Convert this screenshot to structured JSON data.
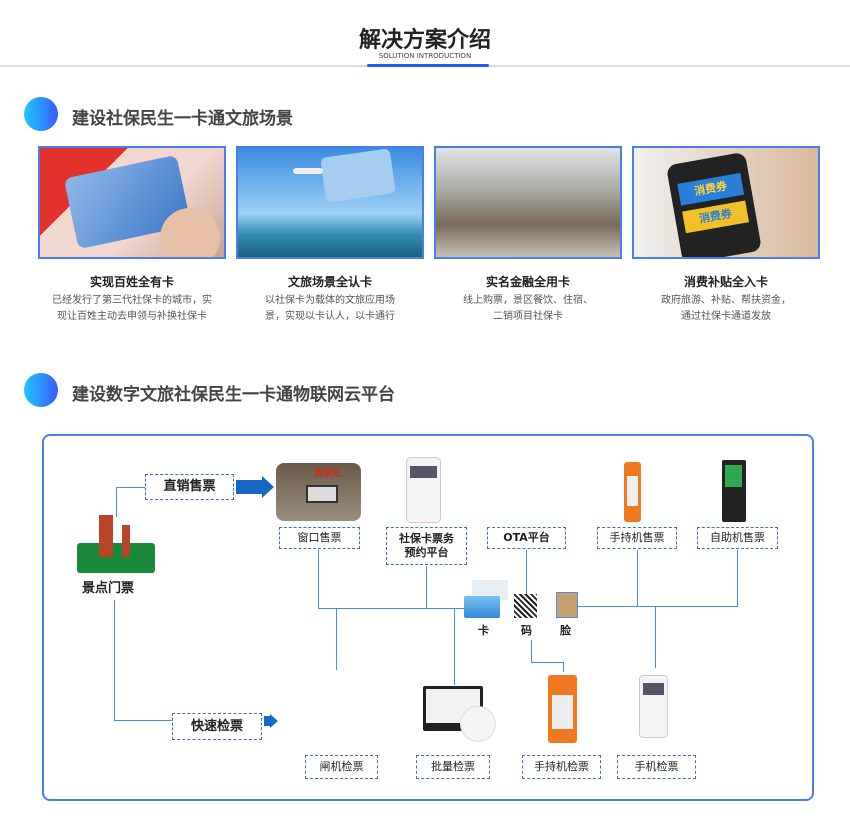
{
  "header": {
    "title": "解决方案介绍",
    "subtitle": "SOLUTION INTRODUCTION"
  },
  "section1": {
    "title": "建设社保民生一卡通文旅场景",
    "cards": [
      {
        "title": "实现百姓全有卡",
        "desc1": "已经发行了第三代社保卡的城市，实",
        "desc2": "现让百姓主动去申领与补换社保卡"
      },
      {
        "title": "文旅场景全认卡",
        "desc1": "以社保卡为载体的文旅应用场",
        "desc2": "景，实现以卡认人，以卡通行"
      },
      {
        "title": "实名金融全用卡",
        "desc1": "线上购票，景区餐饮、住宿、",
        "desc2": "二销项目社保卡"
      },
      {
        "title": "消费补贴全入卡",
        "desc1": "政府旅游、补贴、帮扶资金，",
        "desc2": "通过社保卡通道发放",
        "coupon": "消费券"
      }
    ]
  },
  "section2": {
    "title": "建设数字文旅社保民生一卡通物联网云平台"
  },
  "diagram": {
    "source": "景点门票",
    "direct": "直销售票",
    "fast": "快速检票",
    "sales": [
      "窗口售票",
      "社保卡票务",
      "预约平台",
      "OTA平台",
      "手持机售票",
      "自助机售票"
    ],
    "media": [
      "卡",
      "码",
      "脸"
    ],
    "checks": [
      "闸机检票",
      "批量检票",
      "手持机检票",
      "手机检票"
    ],
    "window_sign": "售票处"
  }
}
